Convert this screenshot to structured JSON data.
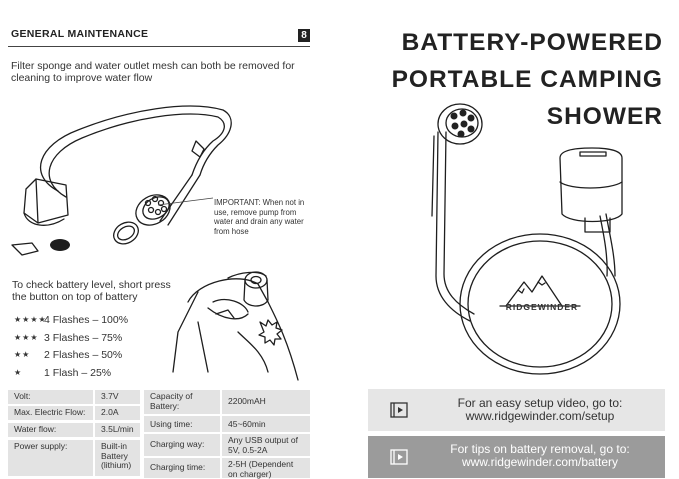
{
  "left_page": {
    "section_title": "GENERAL MAINTENANCE",
    "page_number": "8",
    "cleaning_text": "Filter sponge and water outlet mesh can both be removed for cleaning to improve water flow",
    "important_note": "IMPORTANT: When not in use, remove pump from water and drain any water from hose",
    "battery_check_text": "To check battery level, short press the button on top of battery",
    "flash_levels": [
      {
        "stars": "★★★★",
        "label": "4 Flashes – 100%"
      },
      {
        "stars": "★★★",
        "label": "3 Flashes – 75%"
      },
      {
        "stars": "★★",
        "label": "2 Flashes – 50%"
      },
      {
        "stars": "★",
        "label": "1 Flash – 25%"
      }
    ],
    "specs_left": [
      {
        "label": "Volt:",
        "value": "3.7V"
      },
      {
        "label": "Max. Electric Flow:",
        "value": "2.0A"
      },
      {
        "label": "Water flow:",
        "value": "3.5L/min"
      },
      {
        "label": "Power supply:",
        "value": "Built-in Battery (lithium)"
      }
    ],
    "specs_right": [
      {
        "label": "Capacity of Battery:",
        "value": "2200mAH"
      },
      {
        "label": "Using time:",
        "value": "45~60min"
      },
      {
        "label": "Charging way:",
        "value": "Any USB output of 5V, 0.5-2A"
      },
      {
        "label": "Charging time:",
        "value": "2-5H (Dependent on charger)"
      }
    ]
  },
  "right_page": {
    "title_line1": "BATTERY-POWERED",
    "title_line2": "PORTABLE CAMPING",
    "title_line3": "SHOWER",
    "brand_logo_text": "RIDGEWINDER",
    "setup_link": {
      "text_line1": "For an easy setup video, go to:",
      "text_line2": "www.ridgewinder.com/setup",
      "icon": "video-play-icon"
    },
    "battery_link": {
      "text_line1": "For tips on battery removal, go to:",
      "text_line2": "www.ridgewinder.com/battery",
      "icon": "video-play-icon"
    }
  },
  "colors": {
    "text": "#222222",
    "spec_cell_bg": "#e3e3e3",
    "setup_box_bg": "#e6e6e6",
    "battery_box_bg": "#9b9b9b"
  }
}
